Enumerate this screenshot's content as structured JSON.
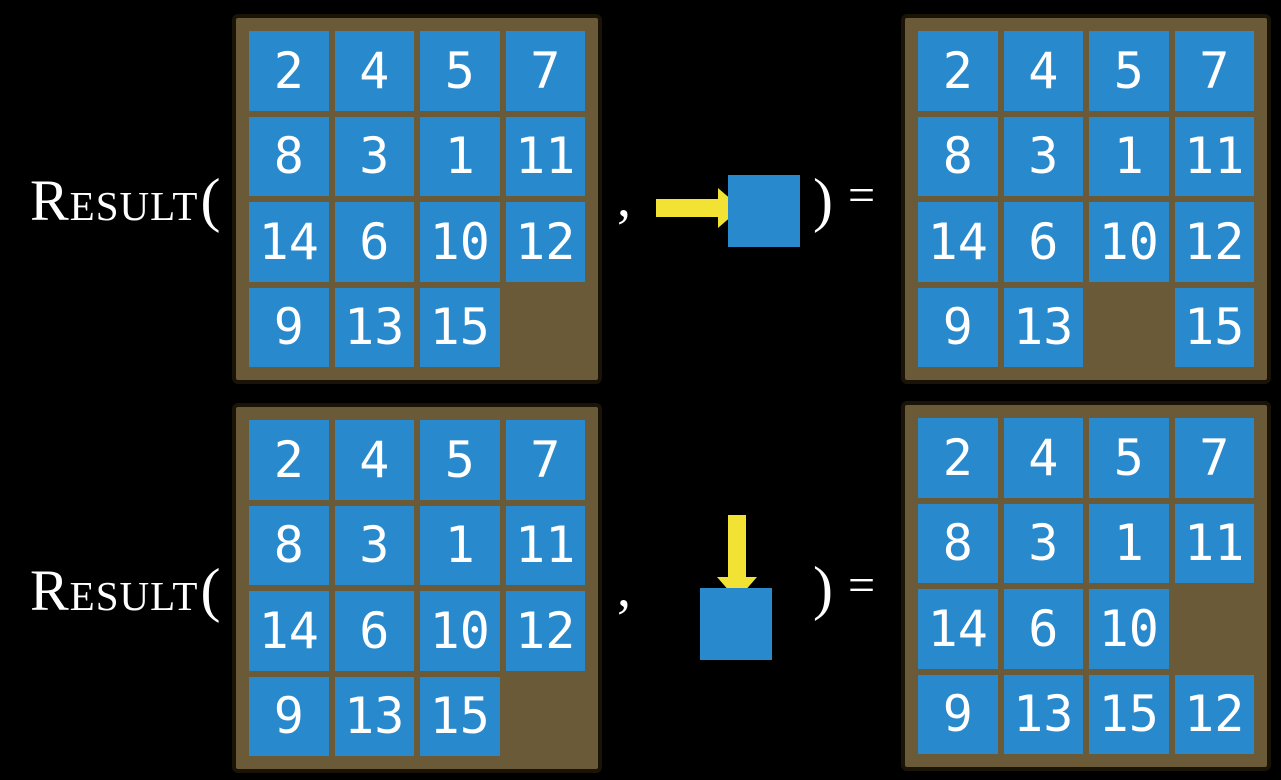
{
  "colors": {
    "background": "#000000",
    "tile_blue": "#2889CD",
    "board_brown": "#6A5A38",
    "board_border": "#191407",
    "arrow_yellow": "#F1E233",
    "text_white": "#FFFFFF"
  },
  "function_label": {
    "name": "Result",
    "open_paren": "(",
    "comma": ",",
    "close_paren": ")",
    "equals": "="
  },
  "rows": [
    {
      "name": "move-right-example",
      "action_direction": "right",
      "input_grid": [
        [
          2,
          4,
          5,
          7
        ],
        [
          8,
          3,
          1,
          11
        ],
        [
          14,
          6,
          10,
          12
        ],
        [
          9,
          13,
          15,
          null
        ]
      ],
      "output_grid": [
        [
          2,
          4,
          5,
          7
        ],
        [
          8,
          3,
          1,
          11
        ],
        [
          14,
          6,
          10,
          12
        ],
        [
          9,
          13,
          null,
          15
        ]
      ]
    },
    {
      "name": "move-down-example",
      "action_direction": "down",
      "input_grid": [
        [
          2,
          4,
          5,
          7
        ],
        [
          8,
          3,
          1,
          11
        ],
        [
          14,
          6,
          10,
          12
        ],
        [
          9,
          13,
          15,
          null
        ]
      ],
      "output_grid": [
        [
          2,
          4,
          5,
          7
        ],
        [
          8,
          3,
          1,
          11
        ],
        [
          14,
          6,
          10,
          null
        ],
        [
          9,
          13,
          15,
          12
        ]
      ]
    }
  ]
}
